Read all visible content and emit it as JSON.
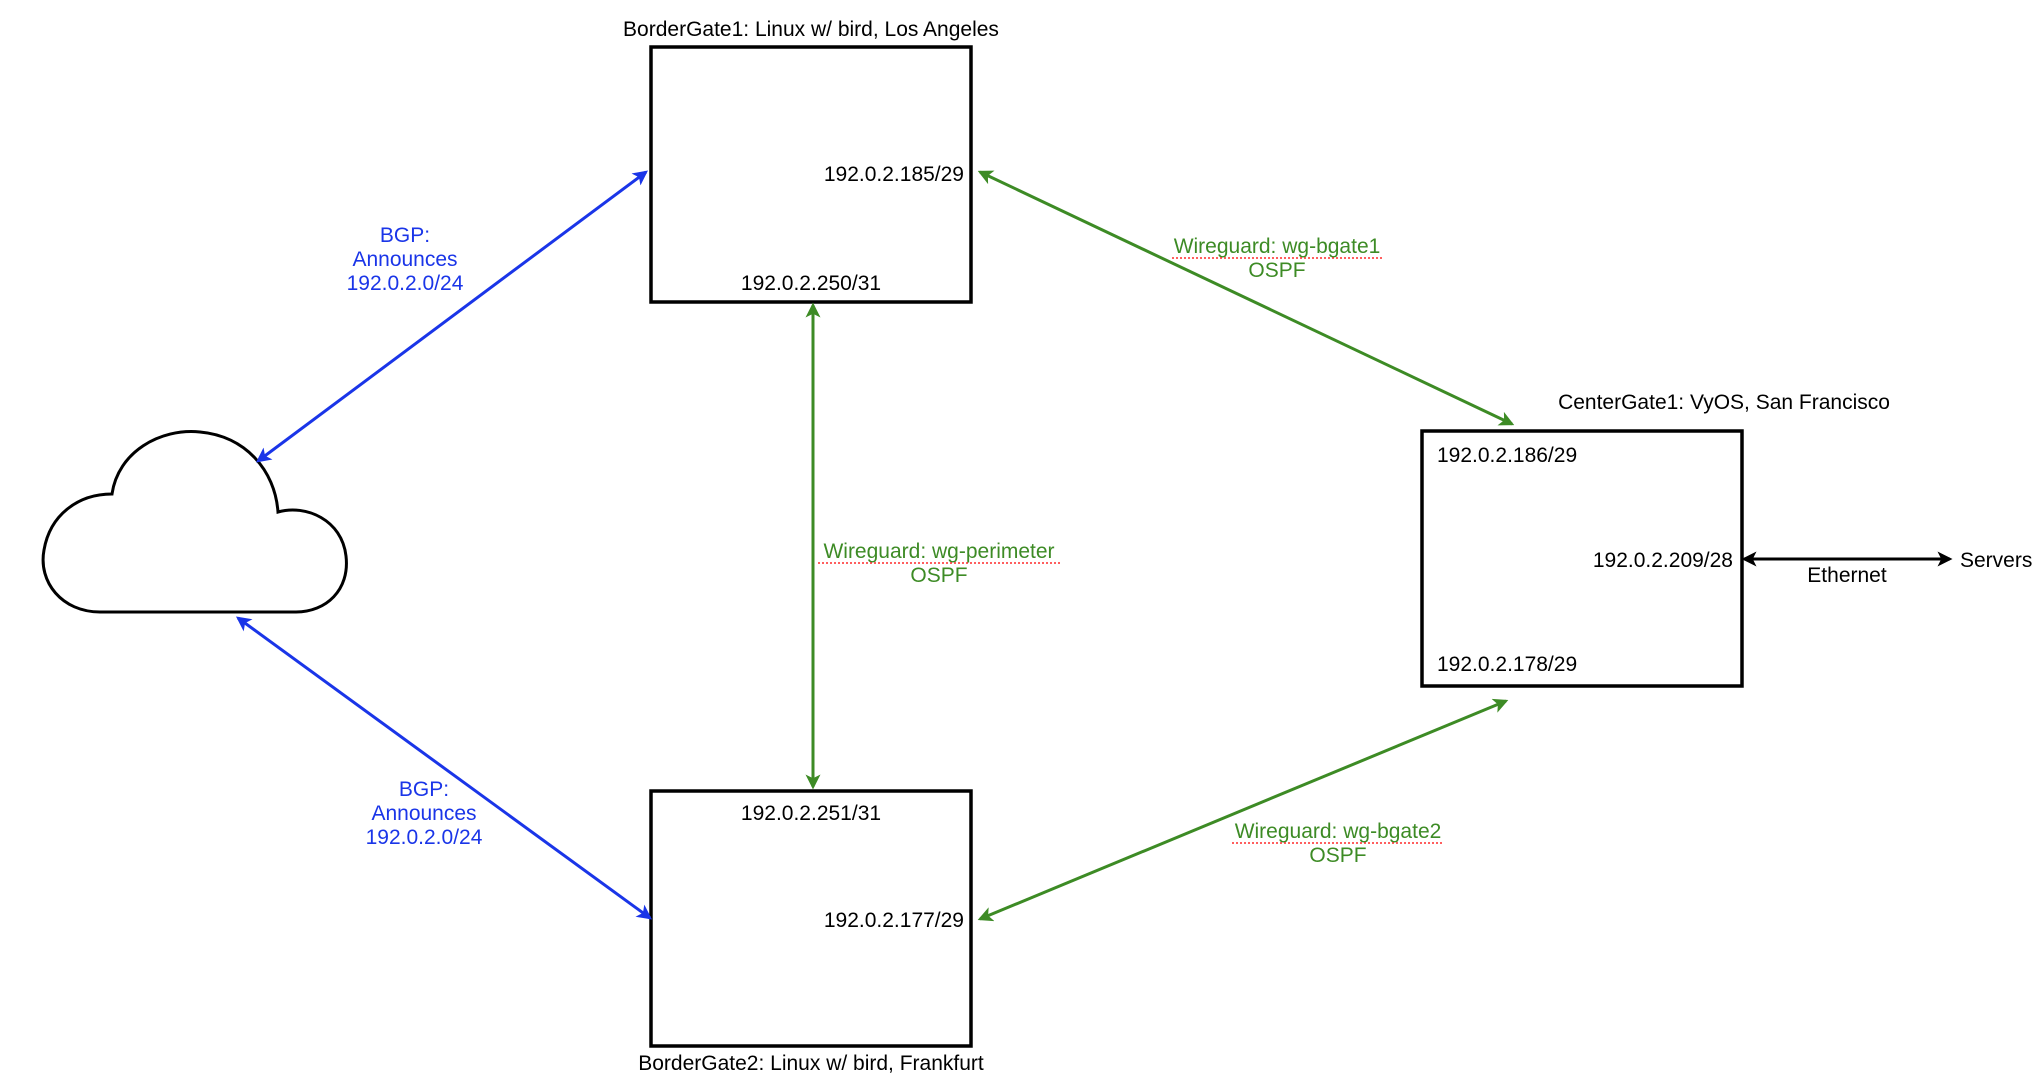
{
  "nodes": {
    "bordergate1": {
      "title": "BorderGate1: Linux w/ bird, Los Angeles",
      "iface_wg1": "192.0.2.185/29",
      "iface_perimeter": "192.0.2.250/31"
    },
    "bordergate2": {
      "title": "BorderGate2: Linux w/ bird, Frankfurt",
      "iface_perimeter": "192.0.2.251/31",
      "iface_wg2": "192.0.2.177/29"
    },
    "centergate1": {
      "title": "CenterGate1: VyOS, San Francisco",
      "iface_wg1": "192.0.2.186/29",
      "iface_lan": "192.0.2.209/28",
      "iface_wg2": "192.0.2.178/29"
    },
    "servers": {
      "label": "Servers"
    },
    "internet": {
      "icon": "cloud-icon"
    }
  },
  "links": {
    "bgp_top": {
      "line1": "BGP:",
      "line2": "Announces",
      "line3": "192.0.2.0/24",
      "color": "#1a35e8"
    },
    "bgp_bottom": {
      "line1": "BGP:",
      "line2": "Announces",
      "line3": "192.0.2.0/24",
      "color": "#1a35e8"
    },
    "wg_bgate1": {
      "prefix": "Wireguard:",
      "iface": "wg-bgate1",
      "protocol": "OSPF",
      "color": "#3d8b25"
    },
    "wg_perimeter": {
      "prefix": "Wireguard:",
      "iface": "wg-perimeter",
      "protocol": "OSPF",
      "color": "#3d8b25"
    },
    "wg_bgate2": {
      "prefix": "Wireguard:",
      "iface": "wg-bgate2",
      "protocol": "OSPF",
      "color": "#3d8b25"
    },
    "ethernet": {
      "label": "Ethernet",
      "color": "#000000"
    }
  }
}
